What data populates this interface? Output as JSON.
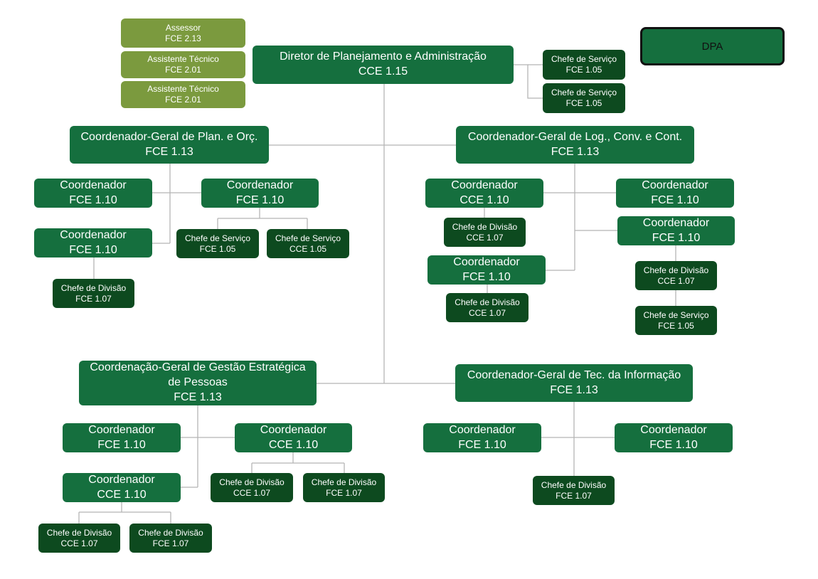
{
  "legend": "DPA",
  "advisors": [
    {
      "title": "Assessor",
      "code": "FCE 2.13"
    },
    {
      "title": "Assistente Técnico",
      "code": "FCE 2.01"
    },
    {
      "title": "Assistente Técnico",
      "code": "FCE 2.01"
    }
  ],
  "director": {
    "title": "Diretor de Planejamento e Administração",
    "code": "CCE 1.15"
  },
  "director_services": [
    {
      "title": "Chefe de Serviço",
      "code": "FCE 1.05"
    },
    {
      "title": "Chefe de Serviço",
      "code": "FCE 1.05"
    }
  ],
  "cg_plan": {
    "title": "Coordenador-Geral de Plan. e Orç.",
    "code": "FCE 1.13",
    "coord1": {
      "title": "Coordenador",
      "code": "FCE 1.10"
    },
    "coord2": {
      "title": "Coordenador",
      "code": "FCE 1.10"
    },
    "div1": {
      "title": "Chefe de Divisão",
      "code": "FCE 1.07"
    },
    "coord3": {
      "title": "Coordenador",
      "code": "FCE 1.10"
    },
    "serv1": {
      "title": "Chefe de Serviço",
      "code": "FCE 1.05"
    },
    "serv2": {
      "title": "Chefe de Serviço",
      "code": "CCE 1.05"
    }
  },
  "cg_log": {
    "title": "Coordenador-Geral de Log., Conv. e Cont.",
    "code": "FCE 1.13",
    "coord_a": {
      "title": "Coordenador",
      "code": "CCE 1.10"
    },
    "div_a": {
      "title": "Chefe de Divisão",
      "code": "CCE 1.07"
    },
    "coord_b": {
      "title": "Coordenador",
      "code": "FCE 1.10"
    },
    "div_b": {
      "title": "Chefe de Divisão",
      "code": "CCE 1.07"
    },
    "coord_c": {
      "title": "Coordenador",
      "code": "FCE 1.10"
    },
    "coord_d": {
      "title": "Coordenador",
      "code": "FCE 1.10"
    },
    "div_d": {
      "title": "Chefe de Divisão",
      "code": "CCE 1.07"
    },
    "serv_d": {
      "title": "Chefe de Serviço",
      "code": "FCE 1.05"
    }
  },
  "cg_pessoas": {
    "title": "Coordenação-Geral de Gestão Estratégica de Pessoas",
    "code": "FCE 1.13",
    "coord1": {
      "title": "Coordenador",
      "code": "FCE 1.10"
    },
    "coord2": {
      "title": "Coordenador",
      "code": "CCE 1.10"
    },
    "div1": {
      "title": "Chefe de Divisão",
      "code": "CCE 1.07"
    },
    "div2": {
      "title": "Chefe de Divisão",
      "code": "FCE 1.07"
    },
    "coord3": {
      "title": "Coordenador",
      "code": "CCE 1.10"
    },
    "div3": {
      "title": "Chefe de Divisão",
      "code": "CCE 1.07"
    },
    "div4": {
      "title": "Chefe de Divisão",
      "code": "FCE 1.07"
    }
  },
  "cg_ti": {
    "title": "Coordenador-Geral de Tec. da Informação",
    "code": "FCE 1.13",
    "coord1": {
      "title": "Coordenador",
      "code": "FCE 1.10"
    },
    "coord2": {
      "title": "Coordenador",
      "code": "FCE 1.10"
    },
    "div1": {
      "title": "Chefe de Divisão",
      "code": "FCE 1.07"
    }
  }
}
